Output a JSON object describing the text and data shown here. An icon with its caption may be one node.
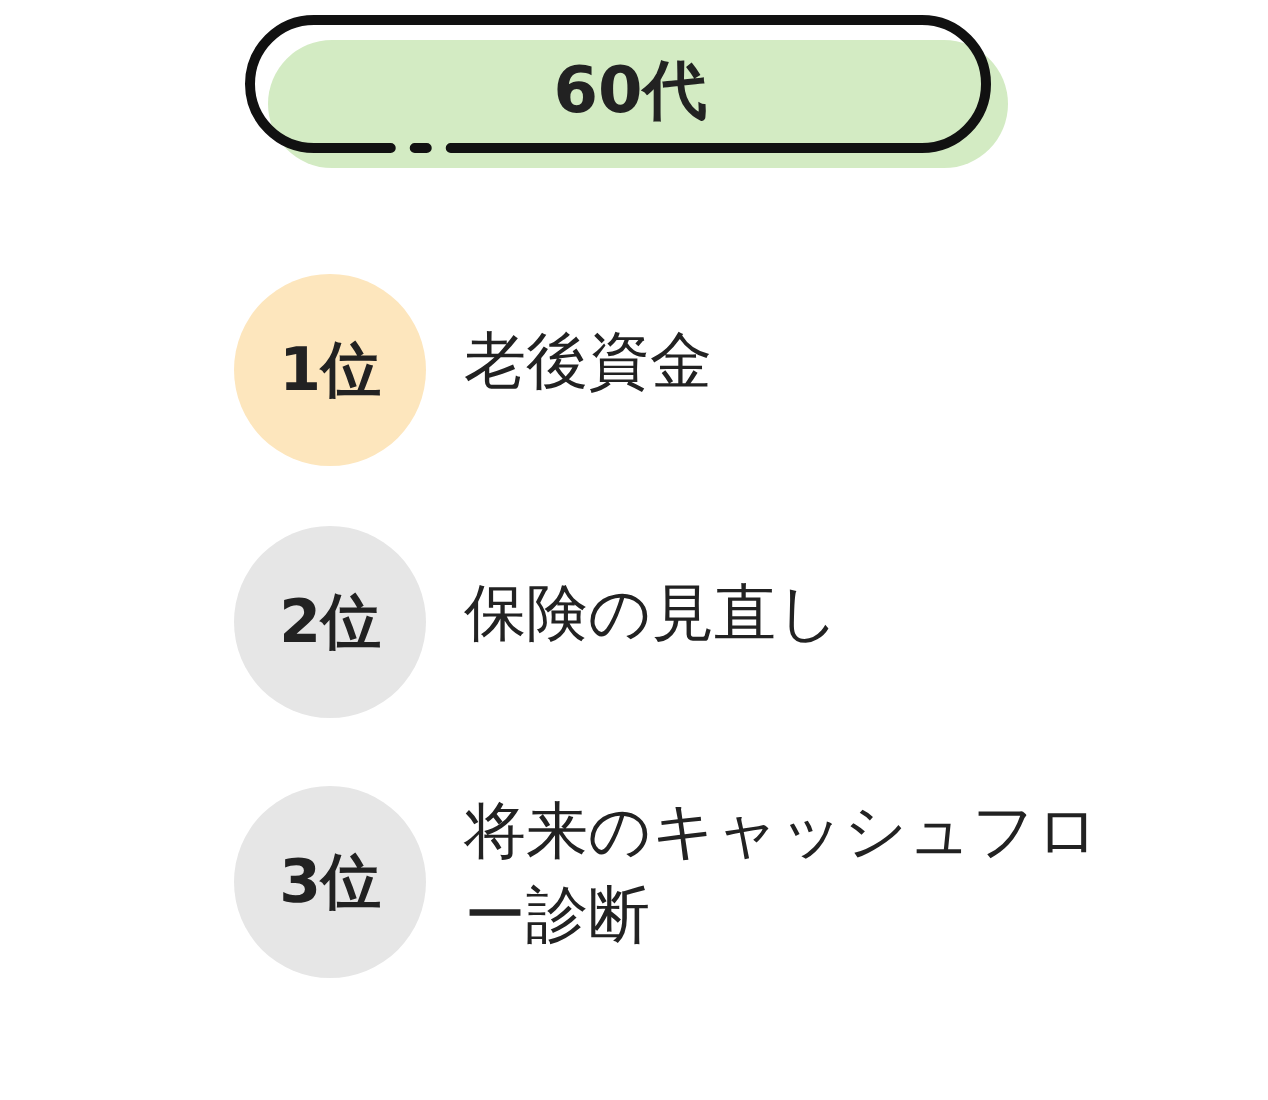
{
  "diagram": {
    "nodes": [
      {
        "text": [
          "60代"
        ]
      },
      {
        "text": [
          "1位"
        ],
        "beside": [
          "老後資金"
        ]
      },
      {
        "text": [
          "2位"
        ],
        "beside": [
          "保険の見直し"
        ]
      },
      {
        "text": [
          "3位"
        ],
        "beside": [
          "将来のキャッシュフロー診断"
        ]
      }
    ]
  }
}
